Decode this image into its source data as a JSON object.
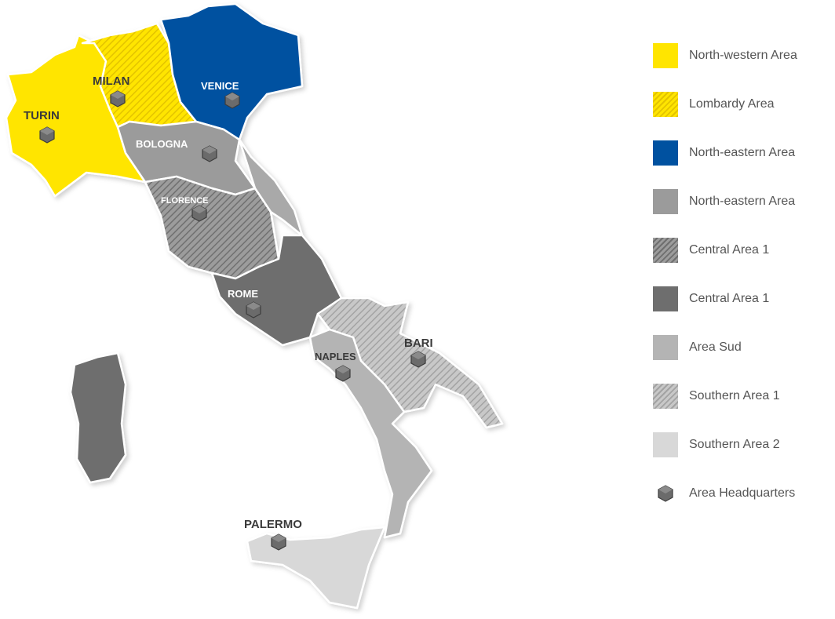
{
  "colors": {
    "north_west": "#ffe500",
    "lombardy": "#ffe500",
    "north_east_blue": "#0051a0",
    "north_east_grey": "#9b9b9b",
    "central1_hatch": "#8a8a8a",
    "central1_dark": "#6e6e6e",
    "area_sud": "#b4b4b4",
    "southern1": "#b9b9b9",
    "southern2": "#d8d8d8",
    "hq": "#6b6b6b"
  },
  "cities": {
    "turin": "TURIN",
    "milan": "MILAN",
    "venice": "VENICE",
    "bologna": "BOLOGNA",
    "florence": "FLORENCE",
    "rome": "ROME",
    "naples": "NAPLES",
    "bari": "BARI",
    "palermo": "PALERMO"
  },
  "legend": [
    {
      "label": "North-western Area",
      "swatch": "solid-yellow"
    },
    {
      "label": "Lombardy Area",
      "swatch": "hatched-yellow"
    },
    {
      "label": "North-eastern Area",
      "swatch": "solid-blue"
    },
    {
      "label": "North-eastern Area",
      "swatch": "solid-grey"
    },
    {
      "label": "Central Area 1",
      "swatch": "hatched-grey"
    },
    {
      "label": "Central Area 1",
      "swatch": "solid-dark-grey"
    },
    {
      "label": "Area Sud",
      "swatch": "solid-light-grey"
    },
    {
      "label": "Southern Area 1",
      "swatch": "hatched-light-grey"
    },
    {
      "label": "Southern Area 2",
      "swatch": "solid-very-light-grey"
    },
    {
      "label": "Area Headquarters",
      "swatch": "hq-icon"
    }
  ]
}
